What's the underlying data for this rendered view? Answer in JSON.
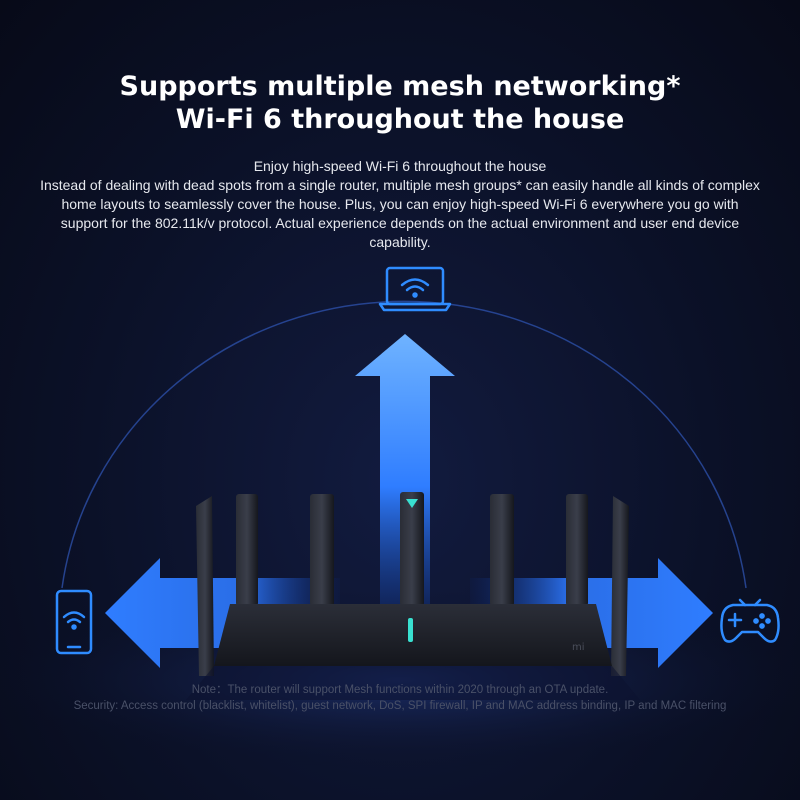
{
  "headline": {
    "line1": "Supports multiple mesh networking*",
    "line2": "Wi-Fi 6 throughout the house"
  },
  "body": {
    "line1": "Enjoy high-speed Wi-Fi 6 throughout the house",
    "line2": "Instead of dealing with dead spots from a single router, multiple mesh groups* can easily handle all kinds of complex home layouts to seamlessly cover the house. Plus, you can enjoy high-speed Wi-Fi 6 everywhere you go with support for the 802.11k/v protocol. Actual experience depends on the actual environment and user end device capability."
  },
  "footnote": {
    "note": "Note：The router will support Mesh functions within 2020 through an OTA update.",
    "security": "Security: Access control (blacklist, whitelist), guest network, DoS, SPI firewall, IP and MAC address binding, IP and MAC filtering"
  },
  "router": {
    "logo": "mi"
  },
  "icons": {
    "laptop": "laptop-wifi-icon",
    "phone": "phone-wifi-icon",
    "gamepad": "gamepad-icon"
  },
  "colors": {
    "accent": "#2f8cff",
    "glow": "#1e6fff",
    "led": "#39e0d0"
  }
}
